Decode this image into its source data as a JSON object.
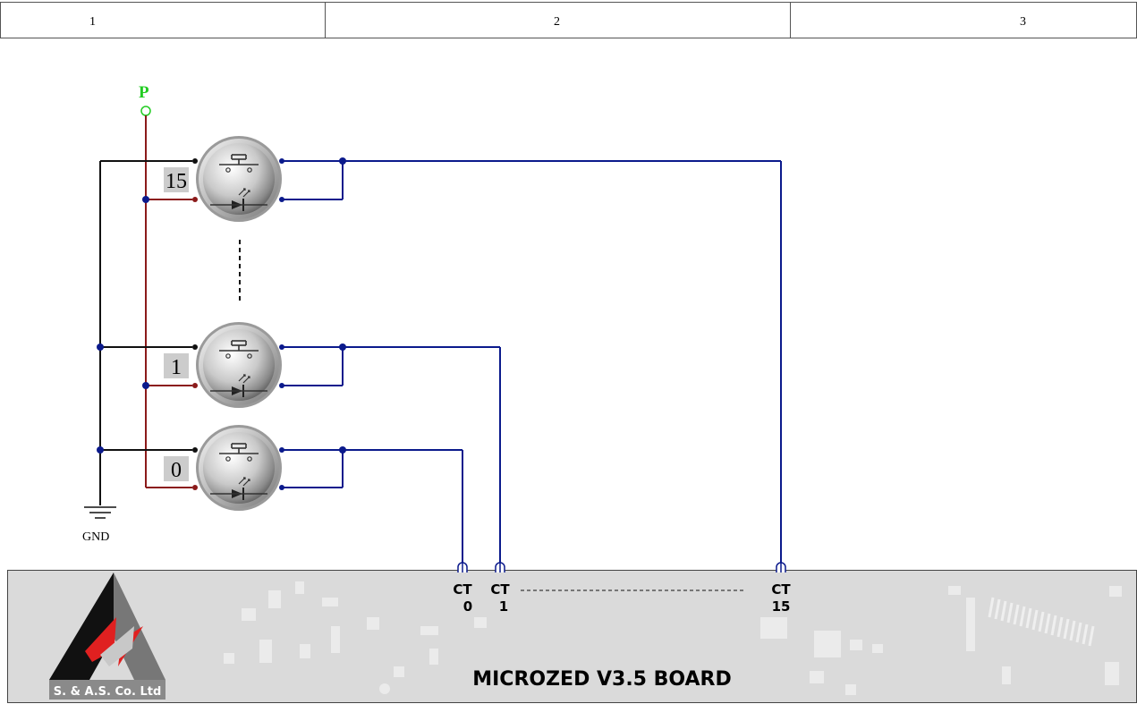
{
  "header": {
    "columns": [
      "1",
      "2",
      "3"
    ]
  },
  "power": {
    "label": "P"
  },
  "ground": {
    "label": "GND"
  },
  "buttons": [
    {
      "label": "15"
    },
    {
      "label": "1"
    },
    {
      "label": "0"
    }
  ],
  "board": {
    "title": "MICROZED V3.5 BOARD",
    "logo_text": "S. & A.S. Co. Ltd",
    "connectors": [
      {
        "line1": "CT",
        "line2": "0"
      },
      {
        "line1": "CT",
        "line2": "1"
      },
      {
        "line1": "CT",
        "line2": "15"
      }
    ]
  },
  "colors": {
    "wire_blue": "#0b1a8c",
    "wire_red": "#8b1a1a",
    "wire_black": "#111111",
    "power_green": "#22cc22",
    "board_bg": "#d9d9d9",
    "logo_red": "#e02020"
  }
}
